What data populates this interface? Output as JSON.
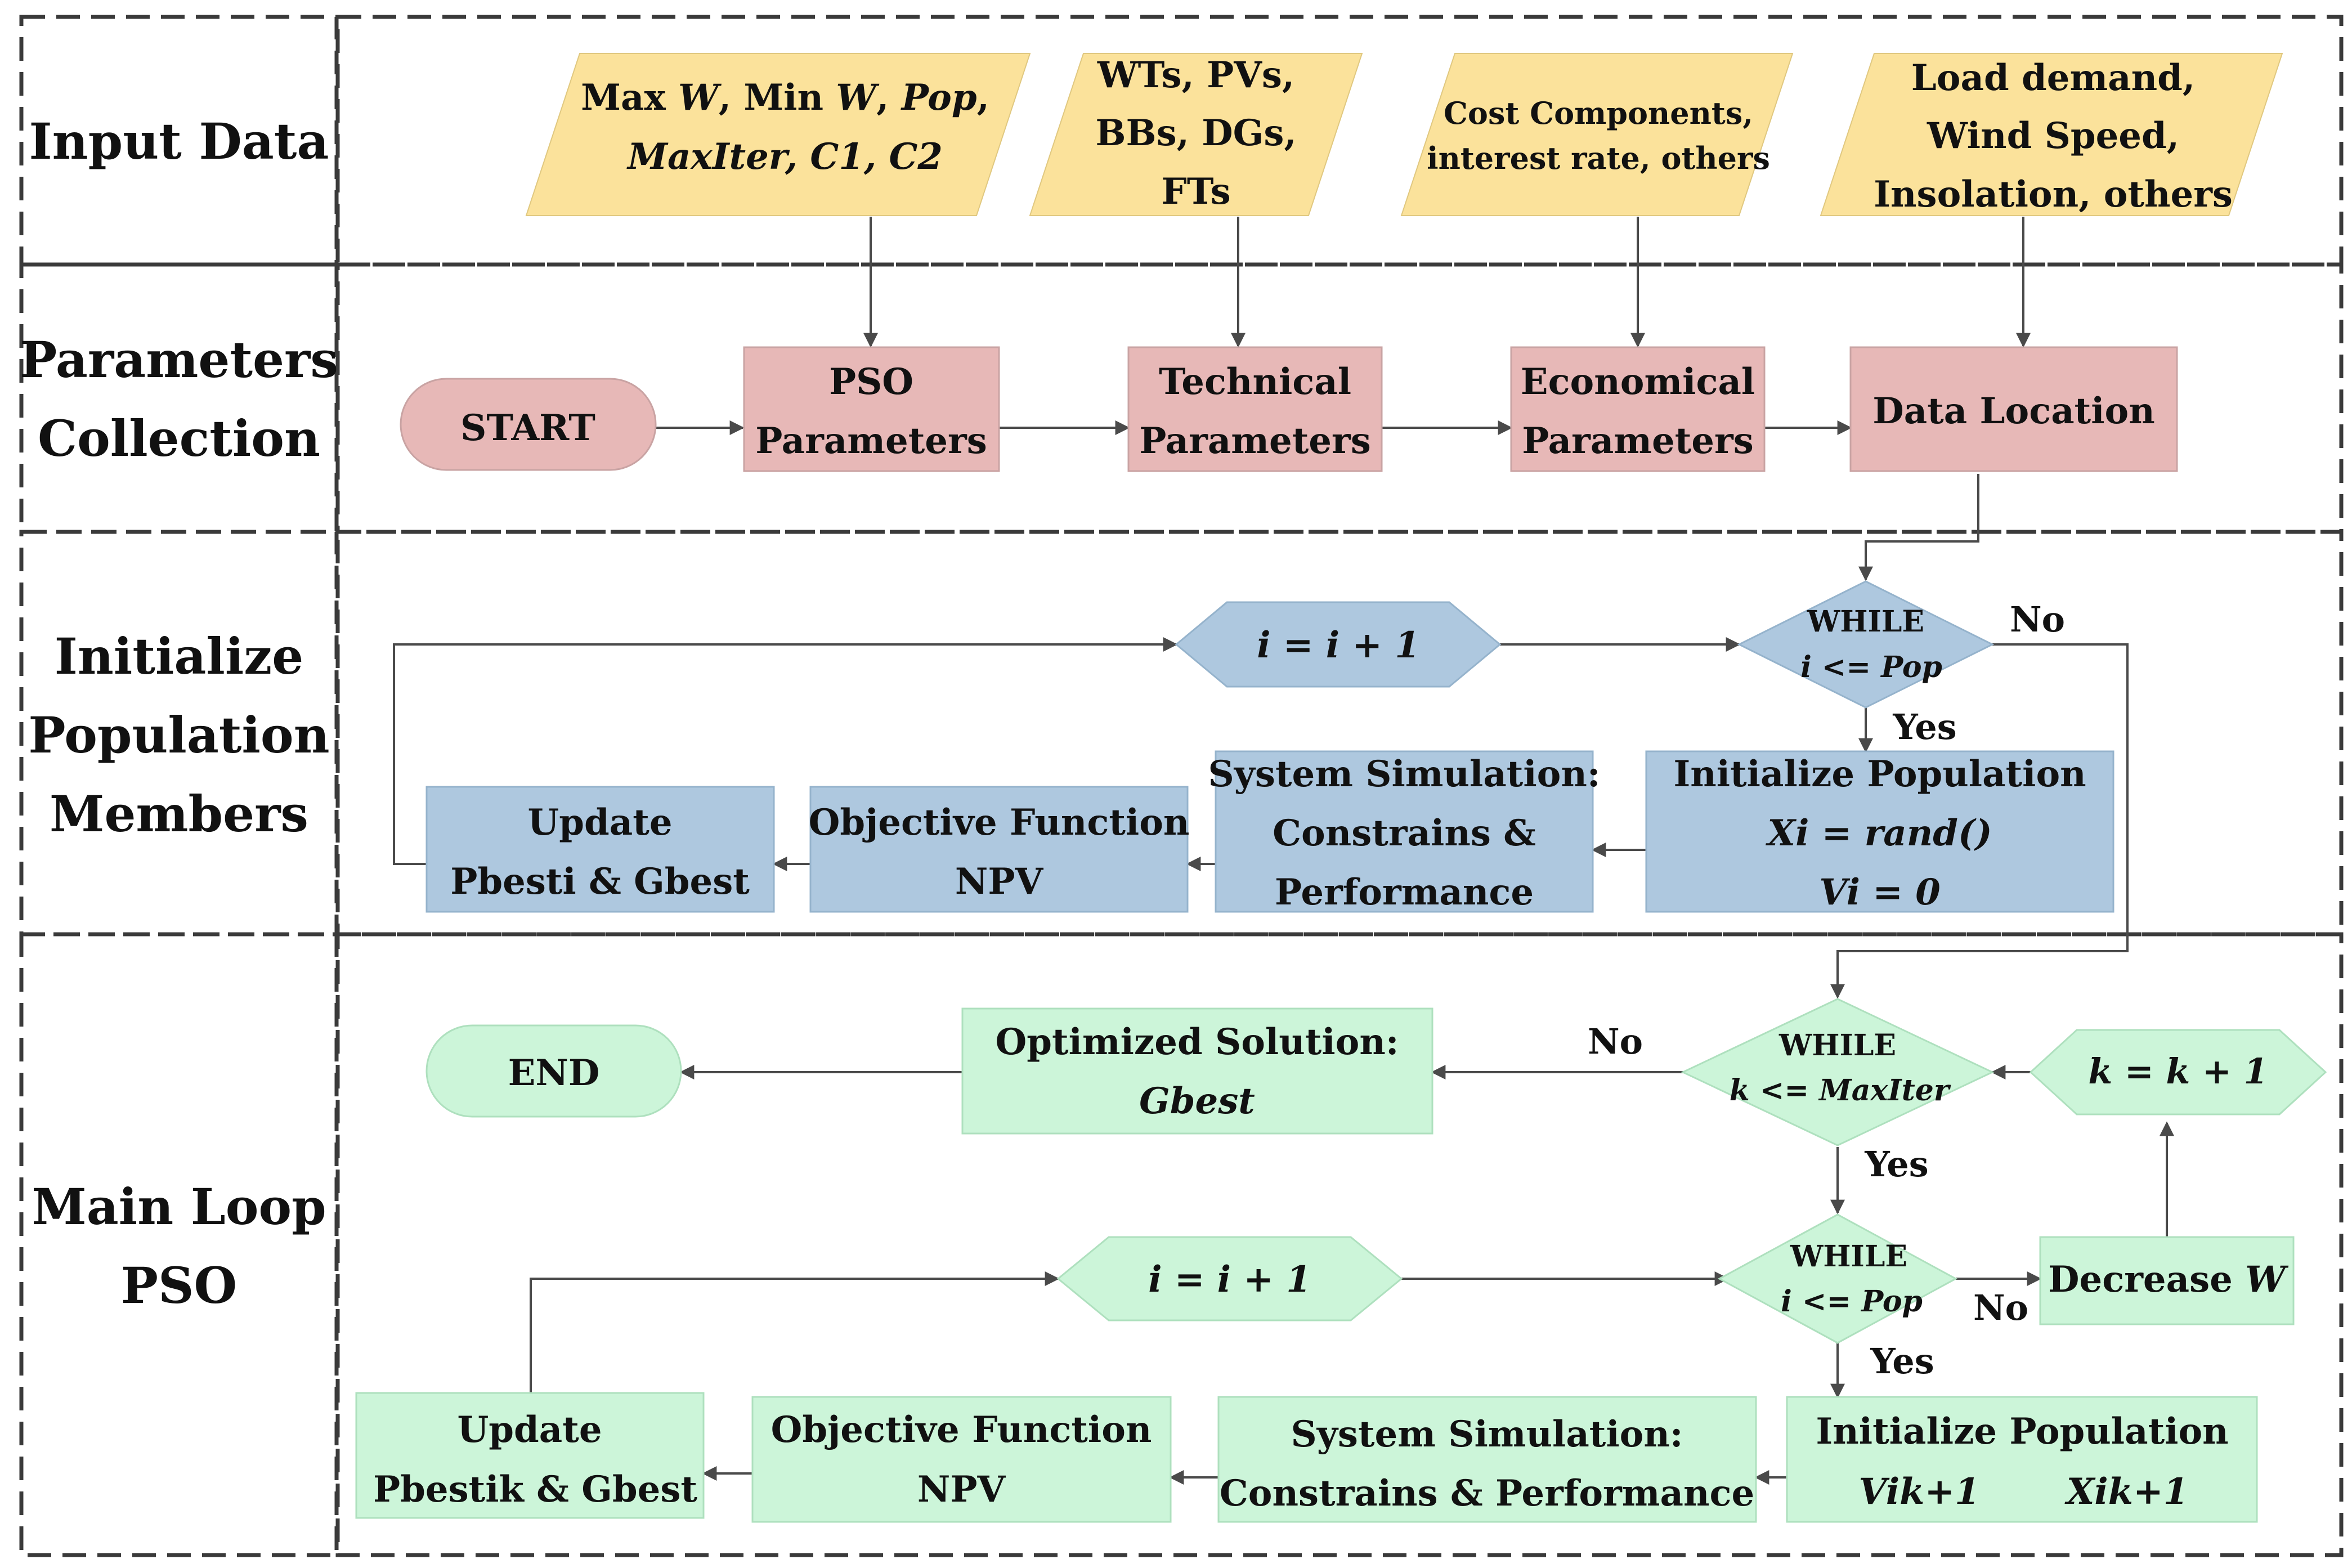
{
  "colors": {
    "input": "#fbe29b",
    "params": "#e7b8b7",
    "init": "#aec8df",
    "main": "#ccf5d9",
    "border": "#3a3a3a",
    "line": "#4a4a4a"
  },
  "lanes": {
    "input": "Input Data",
    "params_l1": "Parameters",
    "params_l2": "Collection",
    "init_l1": "Initialize",
    "init_l2": "Population",
    "init_l3": "Members",
    "main_l1": "Main Loop",
    "main_l2": "PSO"
  },
  "inputs": {
    "pso": {
      "max": "Max ",
      "w1": "W",
      "comma_min": ", Min ",
      "w2": "W",
      "comma": ", ",
      "pop": "Pop",
      "comma2": ",",
      "line2": "MaxIter, C1, C2"
    },
    "tech": {
      "l1": "WTs, PVs,",
      "l2": "BBs, DGs,",
      "l3": "FTs"
    },
    "econ": {
      "l1": "Cost Components,",
      "l2": "interest rate, others"
    },
    "data": {
      "l1": "Load demand,",
      "l2": "Wind Speed,",
      "l3": "Insolation, others"
    }
  },
  "params": {
    "start": "START",
    "pso": {
      "l1": "PSO",
      "l2": "Parameters"
    },
    "tech": {
      "l1": "Technical",
      "l2": "Parameters"
    },
    "econ": {
      "l1": "Economical",
      "l2": "Parameters"
    },
    "data": "Data Location"
  },
  "init": {
    "increment": "i = i + 1",
    "while": {
      "l1": "WHILE",
      "l2": "i <= Pop"
    },
    "no": "No",
    "yes": "Yes",
    "population": {
      "l1": "Initialize Population",
      "l2": "Xi = rand()",
      "l3": "Vi = 0"
    },
    "simulation": {
      "l1": "System Simulation:",
      "l2": "Constrains &",
      "l3": "Performance"
    },
    "objective": {
      "l1": "Objective Function",
      "l2": "NPV"
    },
    "update": {
      "l1": "Update",
      "l2": "Pbesti & Gbest"
    }
  },
  "main": {
    "end": "END",
    "optimized": {
      "l1": "Optimized Solution:",
      "l2": "Gbest"
    },
    "no_outer": "No",
    "while_outer": {
      "l1": "WHILE",
      "l2": "k <= MaxIter"
    },
    "k_increment": "k = k + 1",
    "yes_outer": "Yes",
    "increment": "i = i + 1",
    "while_inner": {
      "l1": "WHILE",
      "l2": "i <= Pop"
    },
    "no_inner": "No",
    "decrease": {
      "text": "Decrease ",
      "w": "W"
    },
    "yes_inner": "Yes",
    "population": {
      "l1": "Initialize Population",
      "v": "Vik+1",
      "x": "Xik+1"
    },
    "simulation": {
      "l1": "System Simulation:",
      "l2": "Constrains & Performance"
    },
    "objective": {
      "l1": "Objective Function",
      "l2": "NPV"
    },
    "update": {
      "l1": "Update",
      "l2": "Pbestik & Gbest"
    }
  }
}
